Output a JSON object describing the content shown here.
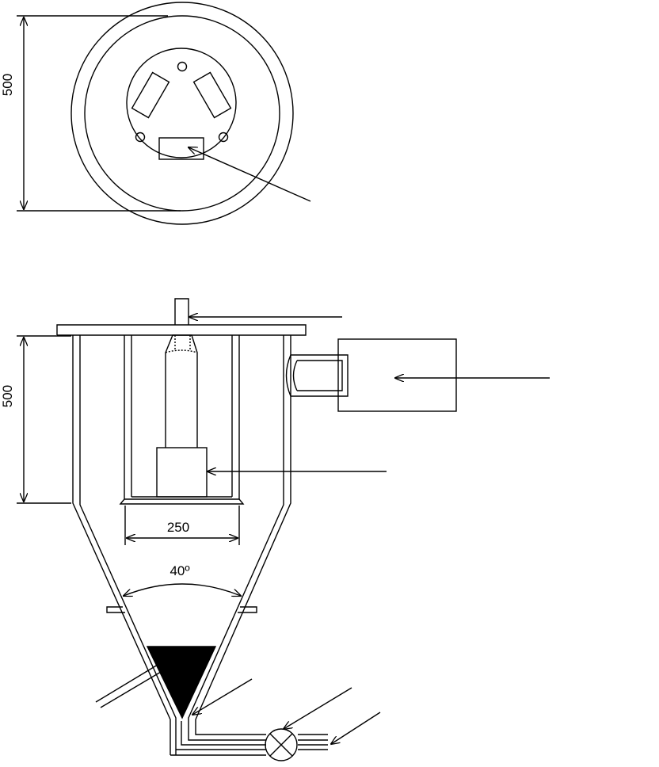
{
  "top_view": {
    "diameter_label": "500"
  },
  "side_view": {
    "height_label": "500",
    "width_label": "250",
    "angle_label": "40º"
  },
  "colors": {
    "line": "#000000",
    "background": "#ffffff",
    "powder_fill": "#000000"
  }
}
